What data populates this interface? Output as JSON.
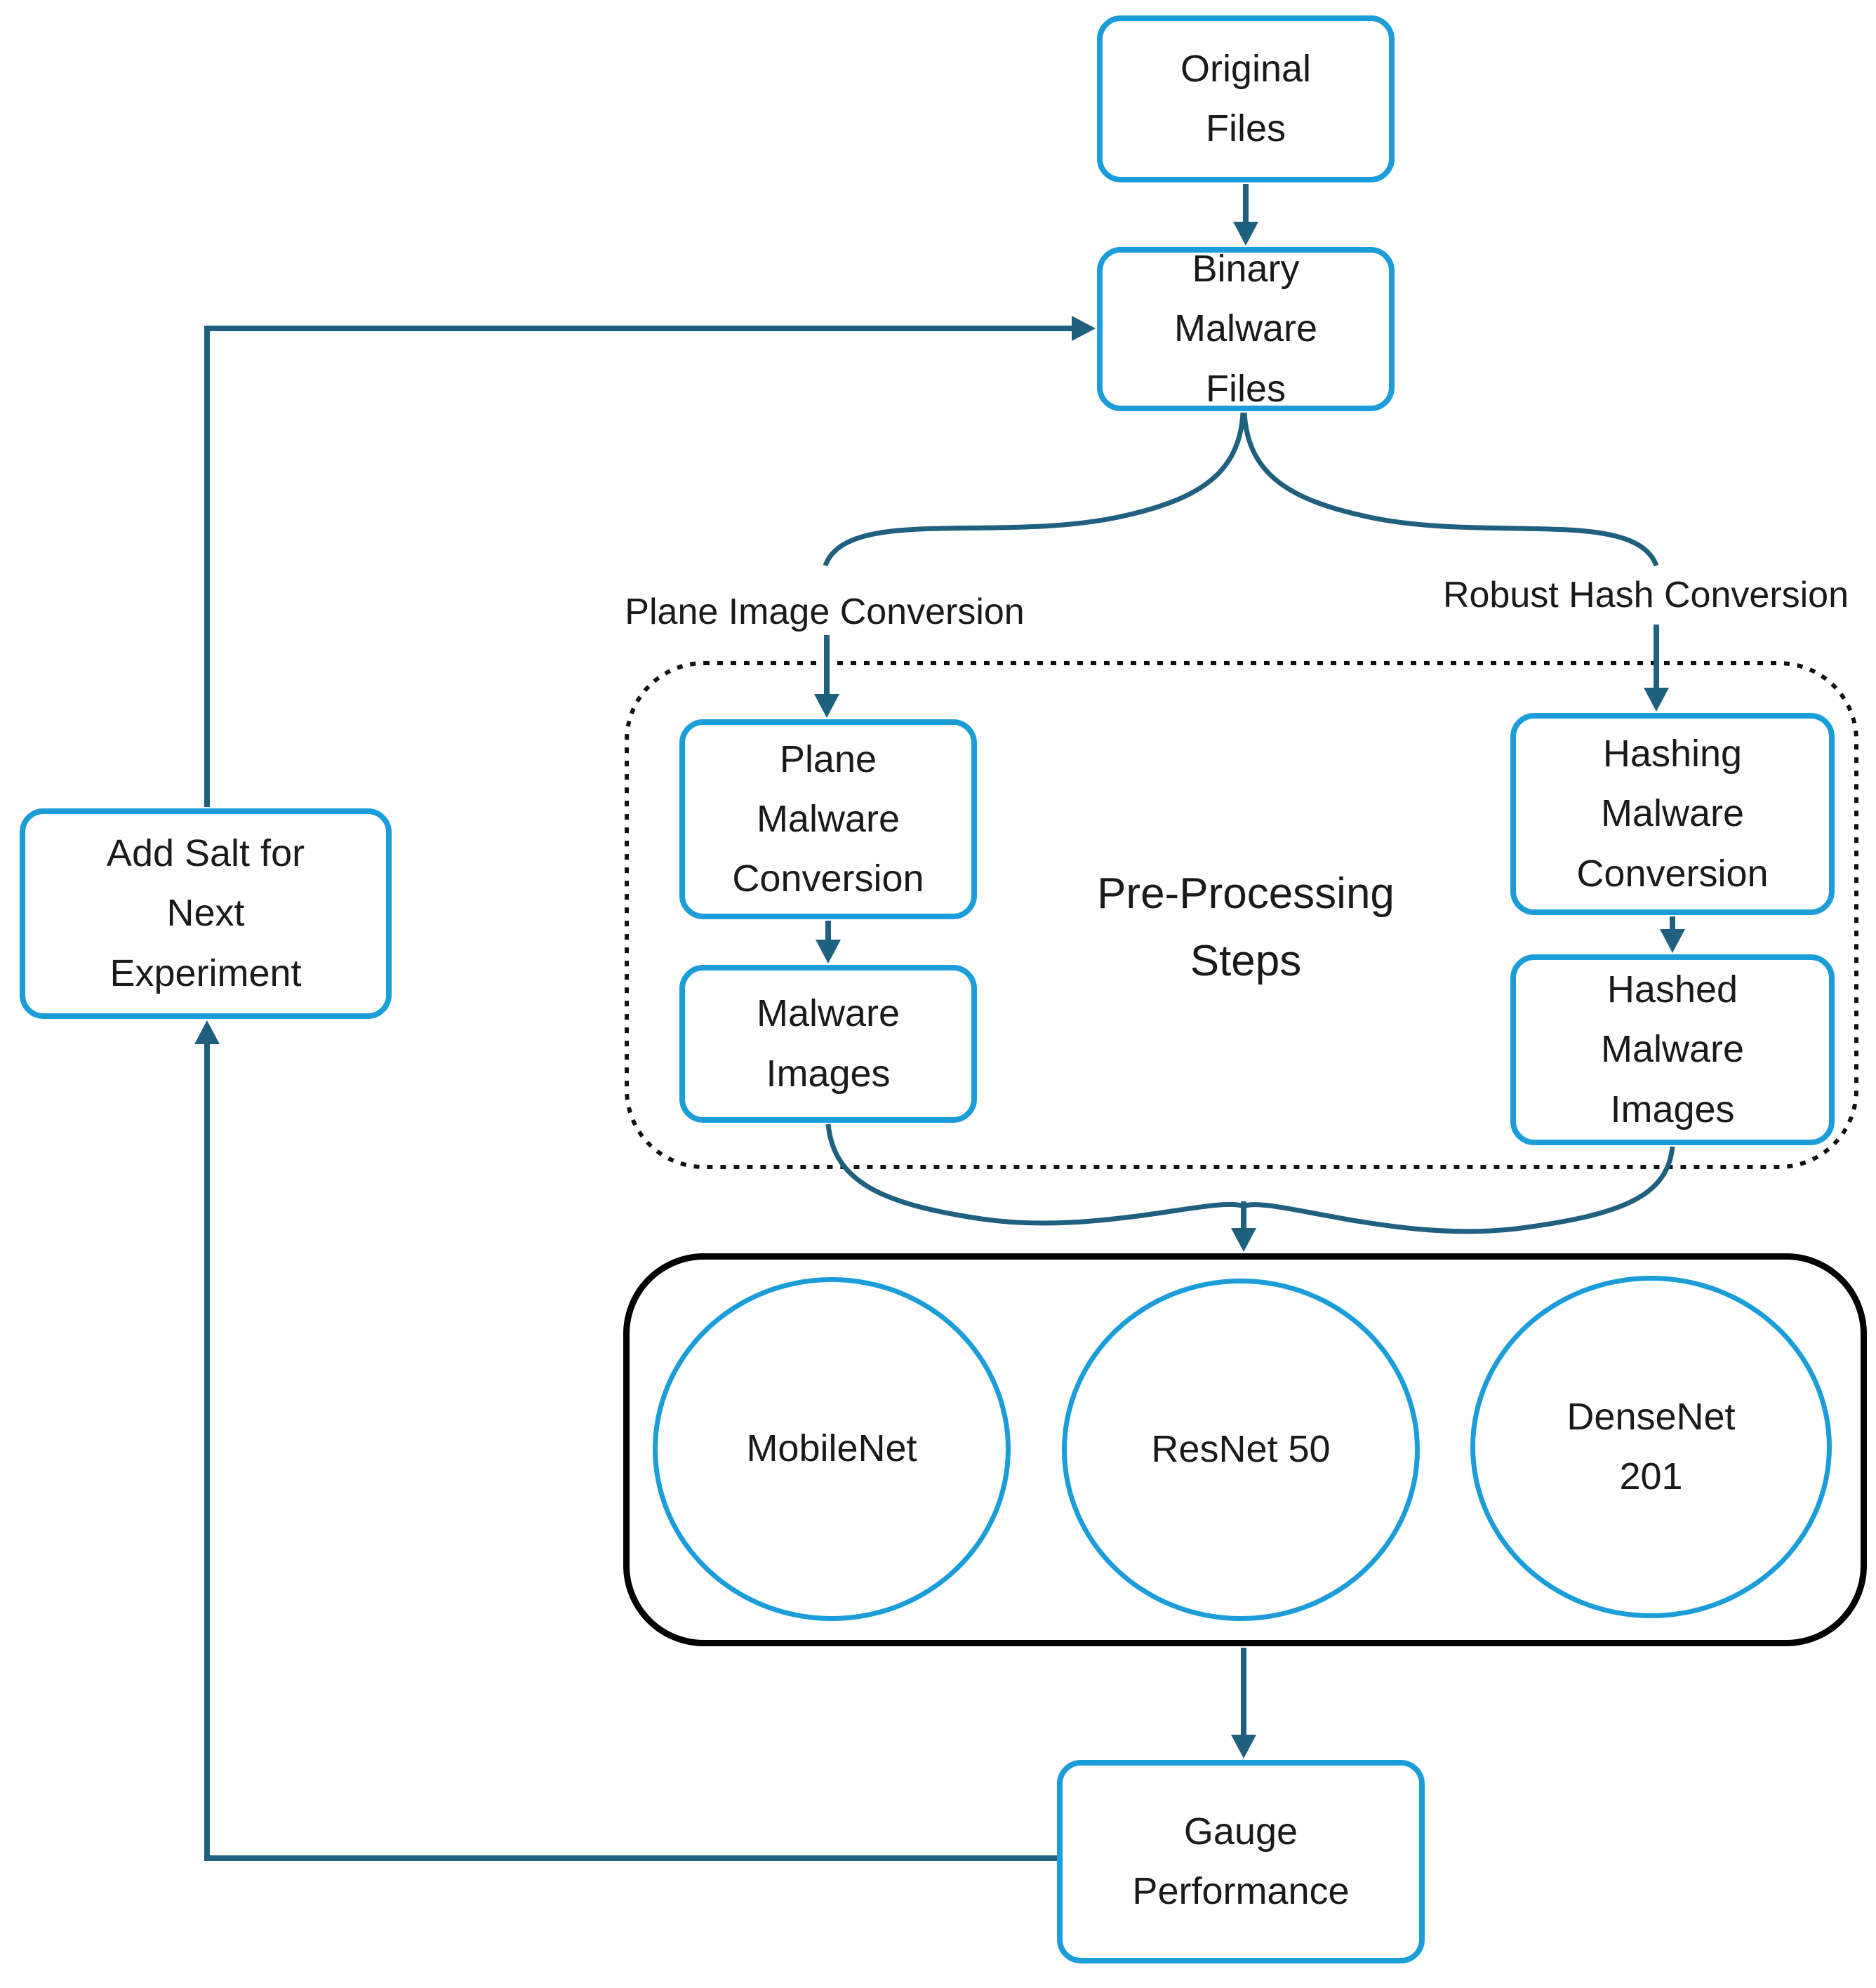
{
  "colors": {
    "node_border": "#1b9dd9",
    "connector": "#20607f",
    "container_border": "#000000",
    "dotted_border": "#111111",
    "text": "#1a1a1a"
  },
  "nodes": {
    "original_files": {
      "label": [
        "Original",
        "Files"
      ]
    },
    "binary_malware_files": {
      "label": [
        "Binary",
        "Malware",
        "Files"
      ]
    },
    "plane_malware_conversion": {
      "label": [
        "Plane",
        "Malware",
        "Conversion"
      ]
    },
    "malware_images": {
      "label": [
        "Malware",
        "Images"
      ]
    },
    "hashing_malware_conversion": {
      "label": [
        "Hashing",
        "Malware",
        "Conversion"
      ]
    },
    "hashed_malware_images": {
      "label": [
        "Hashed",
        "Malware",
        "Images"
      ]
    },
    "add_salt": {
      "label": [
        "Add Salt for",
        "Next",
        "Experiment"
      ]
    },
    "gauge_performance": {
      "label": [
        "Gauge",
        "Performance"
      ]
    },
    "mobilenet": {
      "label": "MobileNet"
    },
    "resnet50": {
      "label": "ResNet 50"
    },
    "densenet201": {
      "label": [
        "DenseNet",
        "201"
      ]
    }
  },
  "labels": {
    "plane_image_conversion": "Plane Image Conversion",
    "robust_hash_conversion": "Robust Hash Conversion",
    "pre_processing_steps": [
      "Pre-Processing",
      "Steps"
    ]
  },
  "edges": [
    "Original Files -> Binary Malware Files",
    "Binary Malware Files -> Plane Image Conversion",
    "Binary Malware Files -> Robust Hash Conversion",
    "Plane Image Conversion -> Plane Malware Conversion",
    "Robust Hash Conversion -> Hashing Malware Conversion",
    "Plane Malware Conversion -> Malware Images",
    "Hashing Malware Conversion -> Hashed Malware Images",
    "Malware Images -> Model Ensemble",
    "Hashed Malware Images -> Model Ensemble",
    "Model Ensemble -> Gauge Performance",
    "Gauge Performance -> Add Salt for Next Experiment",
    "Add Salt for Next Experiment -> Binary Malware Files"
  ]
}
